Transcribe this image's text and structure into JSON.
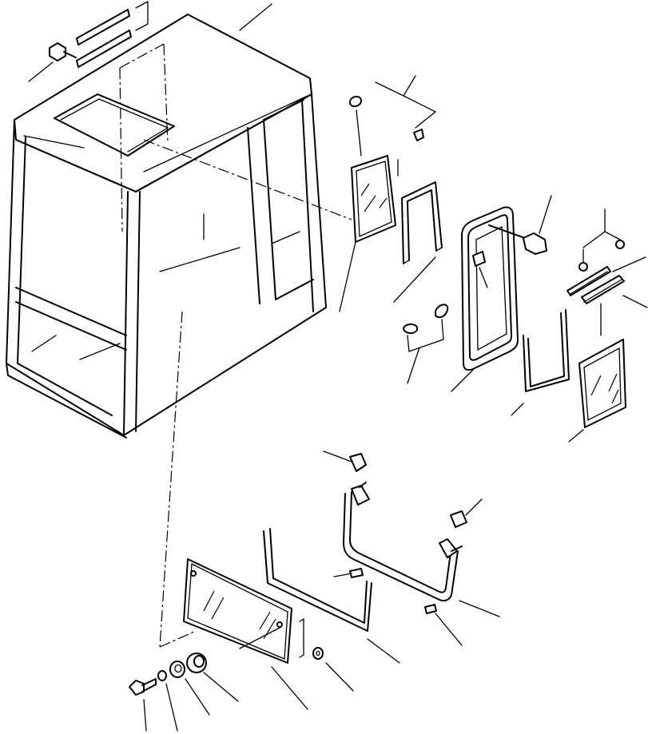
{
  "diagram": {
    "type": "exploded-parts-view",
    "colors": {
      "line": "#000000",
      "background": "#ffffff"
    },
    "parts": [
      {
        "name": "cab-frame"
      },
      {
        "name": "top-trim-strips"
      },
      {
        "name": "top-bolt"
      },
      {
        "name": "upper-side-glass"
      },
      {
        "name": "upper-side-seal"
      },
      {
        "name": "side-window-frame"
      },
      {
        "name": "frame-bolt"
      },
      {
        "name": "window-catch-pair"
      },
      {
        "name": "small-caps"
      },
      {
        "name": "upper-seal-strips"
      },
      {
        "name": "lower-u-seal"
      },
      {
        "name": "rear-side-glass"
      },
      {
        "name": "lower-front-glass"
      },
      {
        "name": "lower-glass-seal"
      },
      {
        "name": "lower-window-frame"
      },
      {
        "name": "clip-fasteners"
      },
      {
        "name": "spacer-blocks"
      },
      {
        "name": "washer"
      },
      {
        "name": "bolt-washer-bushing-stack"
      }
    ]
  }
}
